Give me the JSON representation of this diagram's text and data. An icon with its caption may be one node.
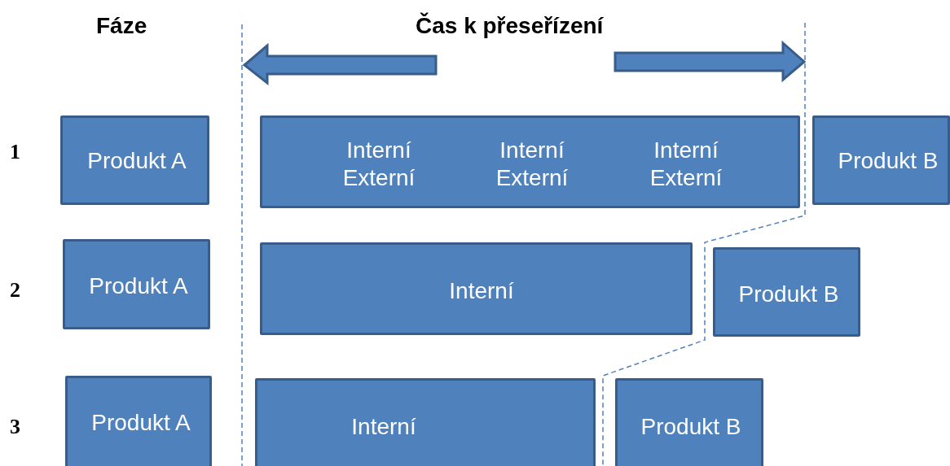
{
  "diagram": {
    "nodes": [
      {
        "text": [
          "Produkt A"
        ]
      },
      {
        "text": [
          "Interní Externí",
          "Interní Externí",
          "Interní Externí"
        ]
      },
      {
        "text": [
          "Produkt B"
        ]
      },
      {
        "text": [
          "Produkt A"
        ]
      },
      {
        "text": [
          "Interní"
        ]
      },
      {
        "text": [
          "Produkt B"
        ]
      },
      {
        "text": [
          "Produkt A"
        ]
      },
      {
        "text": [
          "Interní"
        ]
      },
      {
        "text": [
          "Produkt B"
        ]
      }
    ],
    "labels": [
      "Fáze",
      "Čas k přeseřízení",
      "1",
      "2",
      "3"
    ]
  }
}
